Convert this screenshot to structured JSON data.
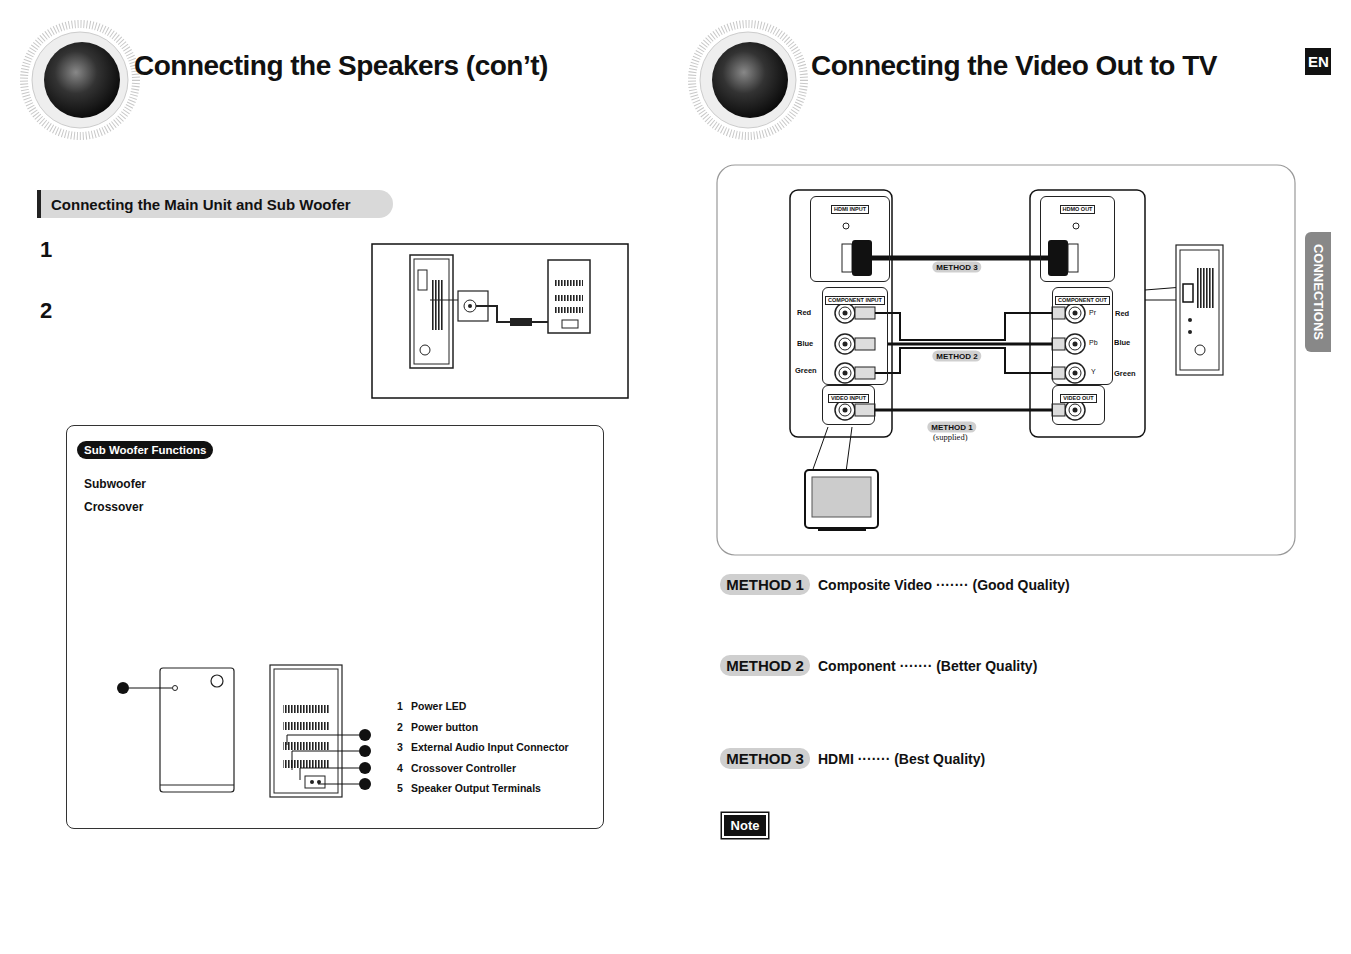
{
  "diagram": {
    "title": "Connecting the Speakers (con’t)",
    "nodes": [
      {
        "text": [
          "Connecting the Main Unit and Sub Woofer"
        ]
      },
      {
        "text": [
          "Sub Woofer Functions"
        ]
      },
      {
        "text": [
          "HDMI INPUT"
        ]
      },
      {
        "text": [
          "COMPONENT INPUT"
        ]
      },
      {
        "text": [
          "VIDEO INPUT"
        ]
      },
      {
        "text": [
          "HDMO OUT"
        ]
      },
      {
        "text": [
          "COMPONENT OUT"
        ]
      },
      {
        "text": [
          "VIDEO OUT"
        ]
      },
      {
        "text": [
          "METHOD 1"
        ]
      },
      {
        "text": [
          "METHOD 2"
        ]
      },
      {
        "text": [
          "METHOD 3"
        ]
      },
      {
        "text": [
          "Note"
        ]
      },
      {
        "text": [
          "EN"
        ]
      },
      {
        "text": [
          "CONNECTIONS"
        ]
      }
    ],
    "edges": [
      {
        "from": 2,
        "to": 5,
        "label": "METHOD 3",
        "arrow": "none"
      },
      {
        "from": 3,
        "to": 6,
        "label": "METHOD 2",
        "arrow": "none"
      },
      {
        "from": 4,
        "to": 7,
        "label": "METHOD 1",
        "arrow": "none"
      }
    ],
    "labels": [
      "1",
      "2",
      "Subwoofer",
      "Crossover",
      "1",
      "Power LED",
      "2",
      "Power button",
      "3",
      "External Audio Input Connector",
      "4",
      "Crossover Controller",
      "5",
      "Speaker Output Terminals",
      "Connecting the Video Out to TV",
      "Red",
      "Blue",
      "Green",
      "Red",
      "Blue",
      "Green",
      "Pr",
      "Pb",
      "Y",
      "(supplied)",
      "Composite Video ······· (Good Quality)",
      "Component ······· (Better Quality)",
      "HDMI ······· (Best Quality)"
    ]
  }
}
